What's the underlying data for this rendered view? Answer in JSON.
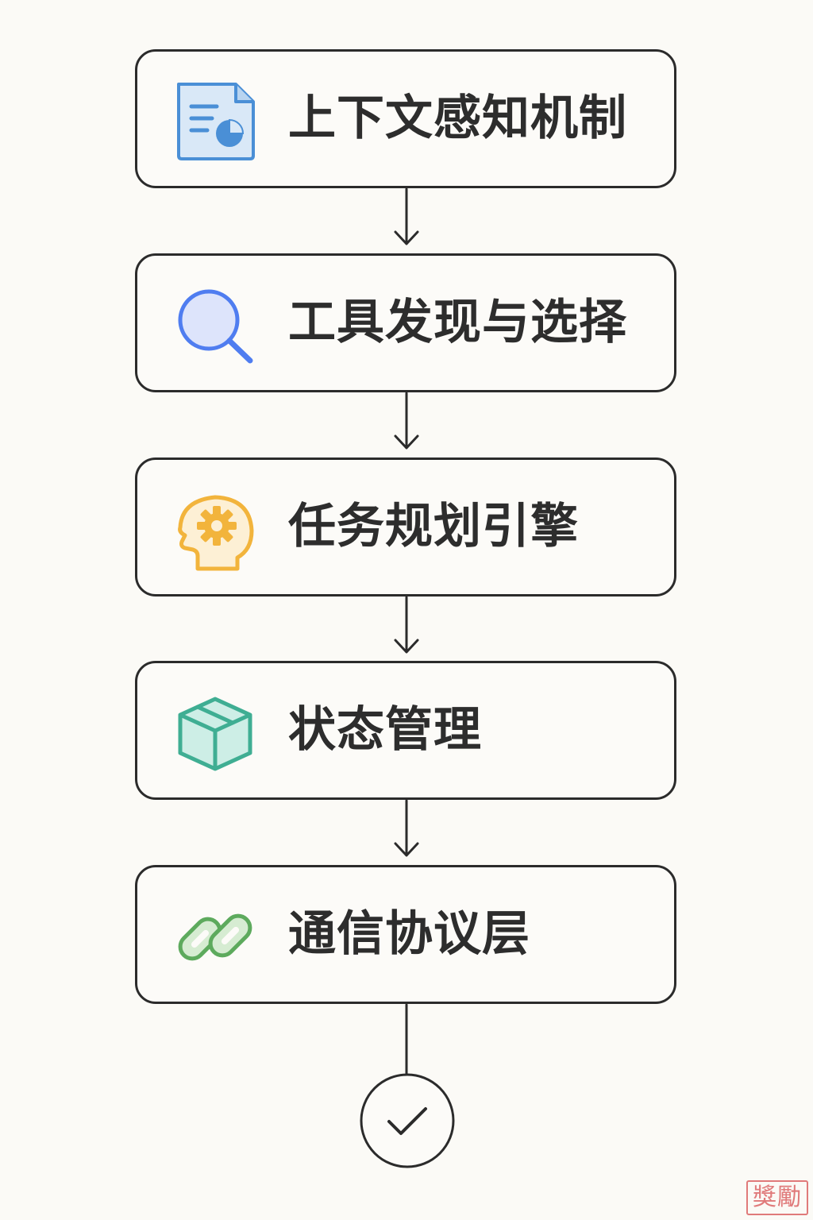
{
  "steps": [
    {
      "label": "上下文感知机制",
      "icon": "document-chart-icon",
      "color": "#4a8fd6"
    },
    {
      "label": "工具发现与选择",
      "icon": "magnifier-icon",
      "color": "#4f7df0"
    },
    {
      "label": "任务规划引擎",
      "icon": "head-gear-icon",
      "color": "#f2b43c"
    },
    {
      "label": "状态管理",
      "icon": "box-icon",
      "color": "#3fae93"
    },
    {
      "label": "通信协议层",
      "icon": "chain-link-icon",
      "color": "#5daa5d"
    }
  ],
  "end_node": {
    "icon": "checkmark-icon"
  },
  "seal_text": "獎勵"
}
